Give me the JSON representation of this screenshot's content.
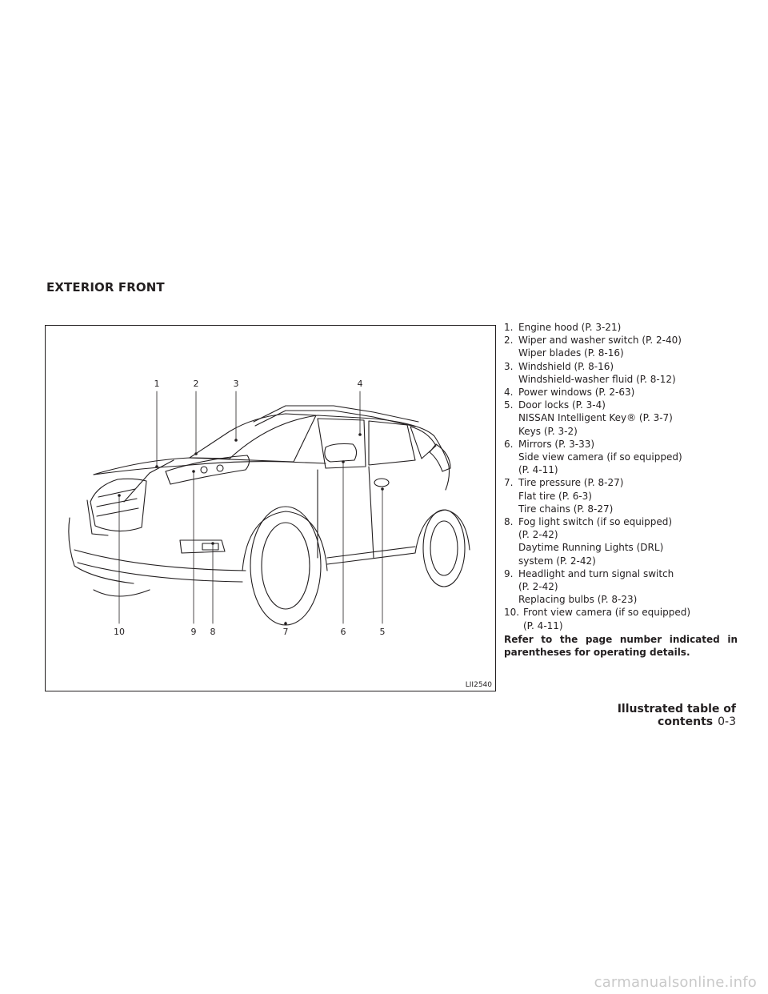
{
  "section_title": "EXTERIOR FRONT",
  "figure": {
    "id": "LII2540",
    "callouts": [
      "1",
      "2",
      "3",
      "4",
      "5",
      "6",
      "7",
      "8",
      "9",
      "10"
    ]
  },
  "legend": [
    {
      "num": "1.",
      "lines": [
        "Engine hood (P. 3-21)"
      ]
    },
    {
      "num": "2.",
      "lines": [
        "Wiper and washer switch (P. 2-40)",
        "Wiper blades (P. 8-16)"
      ]
    },
    {
      "num": "3.",
      "lines": [
        "Windshield (P. 8-16)",
        "Windshield-washer fluid (P. 8-12)"
      ]
    },
    {
      "num": "4.",
      "lines": [
        "Power windows (P. 2-63)"
      ]
    },
    {
      "num": "5.",
      "lines": [
        "Door locks (P. 3-4)",
        "NISSAN Intelligent Key® (P. 3-7)",
        "Keys (P. 3-2)"
      ]
    },
    {
      "num": "6.",
      "lines": [
        "Mirrors (P. 3-33)",
        "Side view camera (if so equipped)",
        "(P. 4-11)"
      ]
    },
    {
      "num": "7.",
      "lines": [
        "Tire pressure (P. 8-27)",
        "Flat tire (P. 6-3)",
        "Tire chains (P. 8-27)"
      ]
    },
    {
      "num": "8.",
      "lines": [
        "Fog light switch (if so equipped)",
        "(P. 2-42)",
        "Daytime Running Lights (DRL)",
        "system (P. 2-42)"
      ]
    },
    {
      "num": "9.",
      "lines": [
        "Headlight and turn signal switch",
        "(P. 2-42)",
        "Replacing bulbs (P. 8-23)"
      ]
    },
    {
      "num": "10.",
      "lines": [
        "Front view camera (if so equipped)",
        "(P. 4-11)"
      ]
    }
  ],
  "note": "Refer to the page number indicated in parentheses for operating details.",
  "footer": {
    "label": "Illustrated table of contents",
    "page": "0-3"
  },
  "watermark": "carmanualsonline.info"
}
